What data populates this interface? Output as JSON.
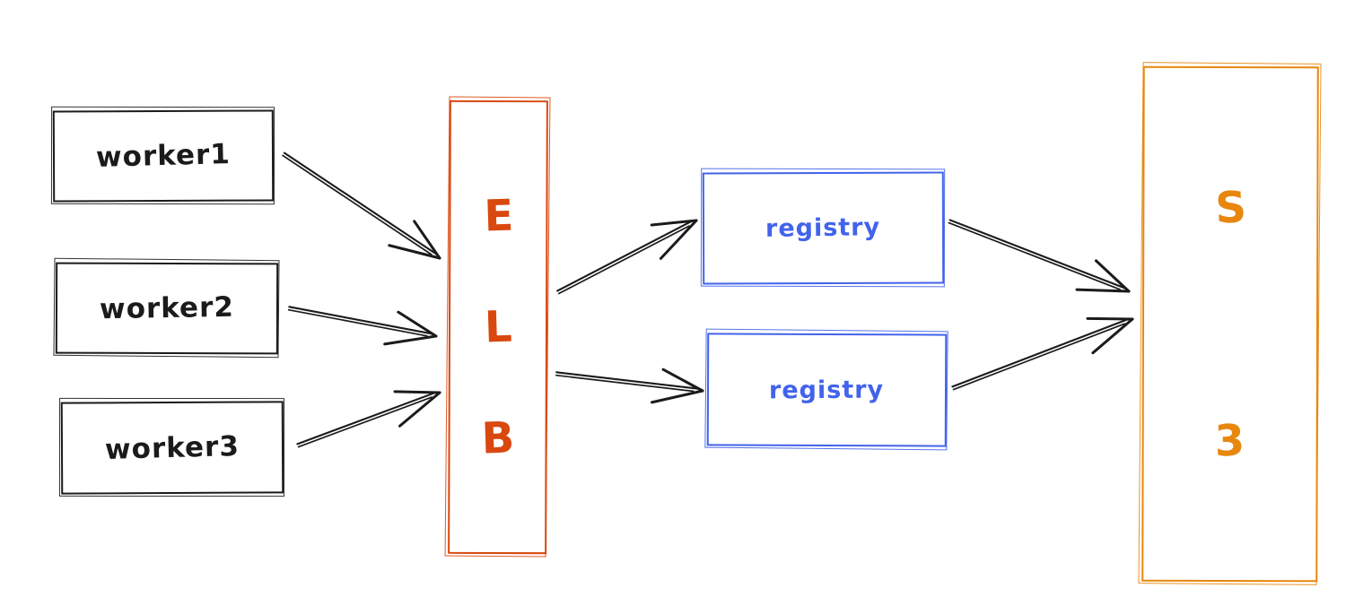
{
  "diagram": {
    "type": "architecture-sketch",
    "background": "#ffffff",
    "nodes": {
      "workers": [
        {
          "label": "worker1",
          "color": "#1b1b1b"
        },
        {
          "label": "worker2",
          "color": "#1b1b1b"
        },
        {
          "label": "worker3",
          "color": "#1b1b1b"
        }
      ],
      "elb": {
        "label": "ELB",
        "letters": [
          "E",
          "L",
          "B"
        ],
        "color": "#d9480f"
      },
      "registries": [
        {
          "label": "registry",
          "color": "#4263eb"
        },
        {
          "label": "registry",
          "color": "#4263eb"
        }
      ],
      "s3": {
        "label": "S3",
        "letters": [
          "S",
          "3"
        ],
        "color": "#e8870e"
      }
    },
    "colors": {
      "arrow": "#1b1b1b",
      "worker": "#1b1b1b",
      "elb": "#d9480f",
      "registry": "#4263eb",
      "s3": "#e8870e",
      "background": "#ffffff"
    },
    "edges": [
      {
        "from": "worker1",
        "to": "ELB"
      },
      {
        "from": "worker2",
        "to": "ELB"
      },
      {
        "from": "worker3",
        "to": "ELB"
      },
      {
        "from": "ELB",
        "to": "registry-1"
      },
      {
        "from": "ELB",
        "to": "registry-2"
      },
      {
        "from": "registry-1",
        "to": "S3"
      },
      {
        "from": "registry-2",
        "to": "S3"
      }
    ]
  }
}
